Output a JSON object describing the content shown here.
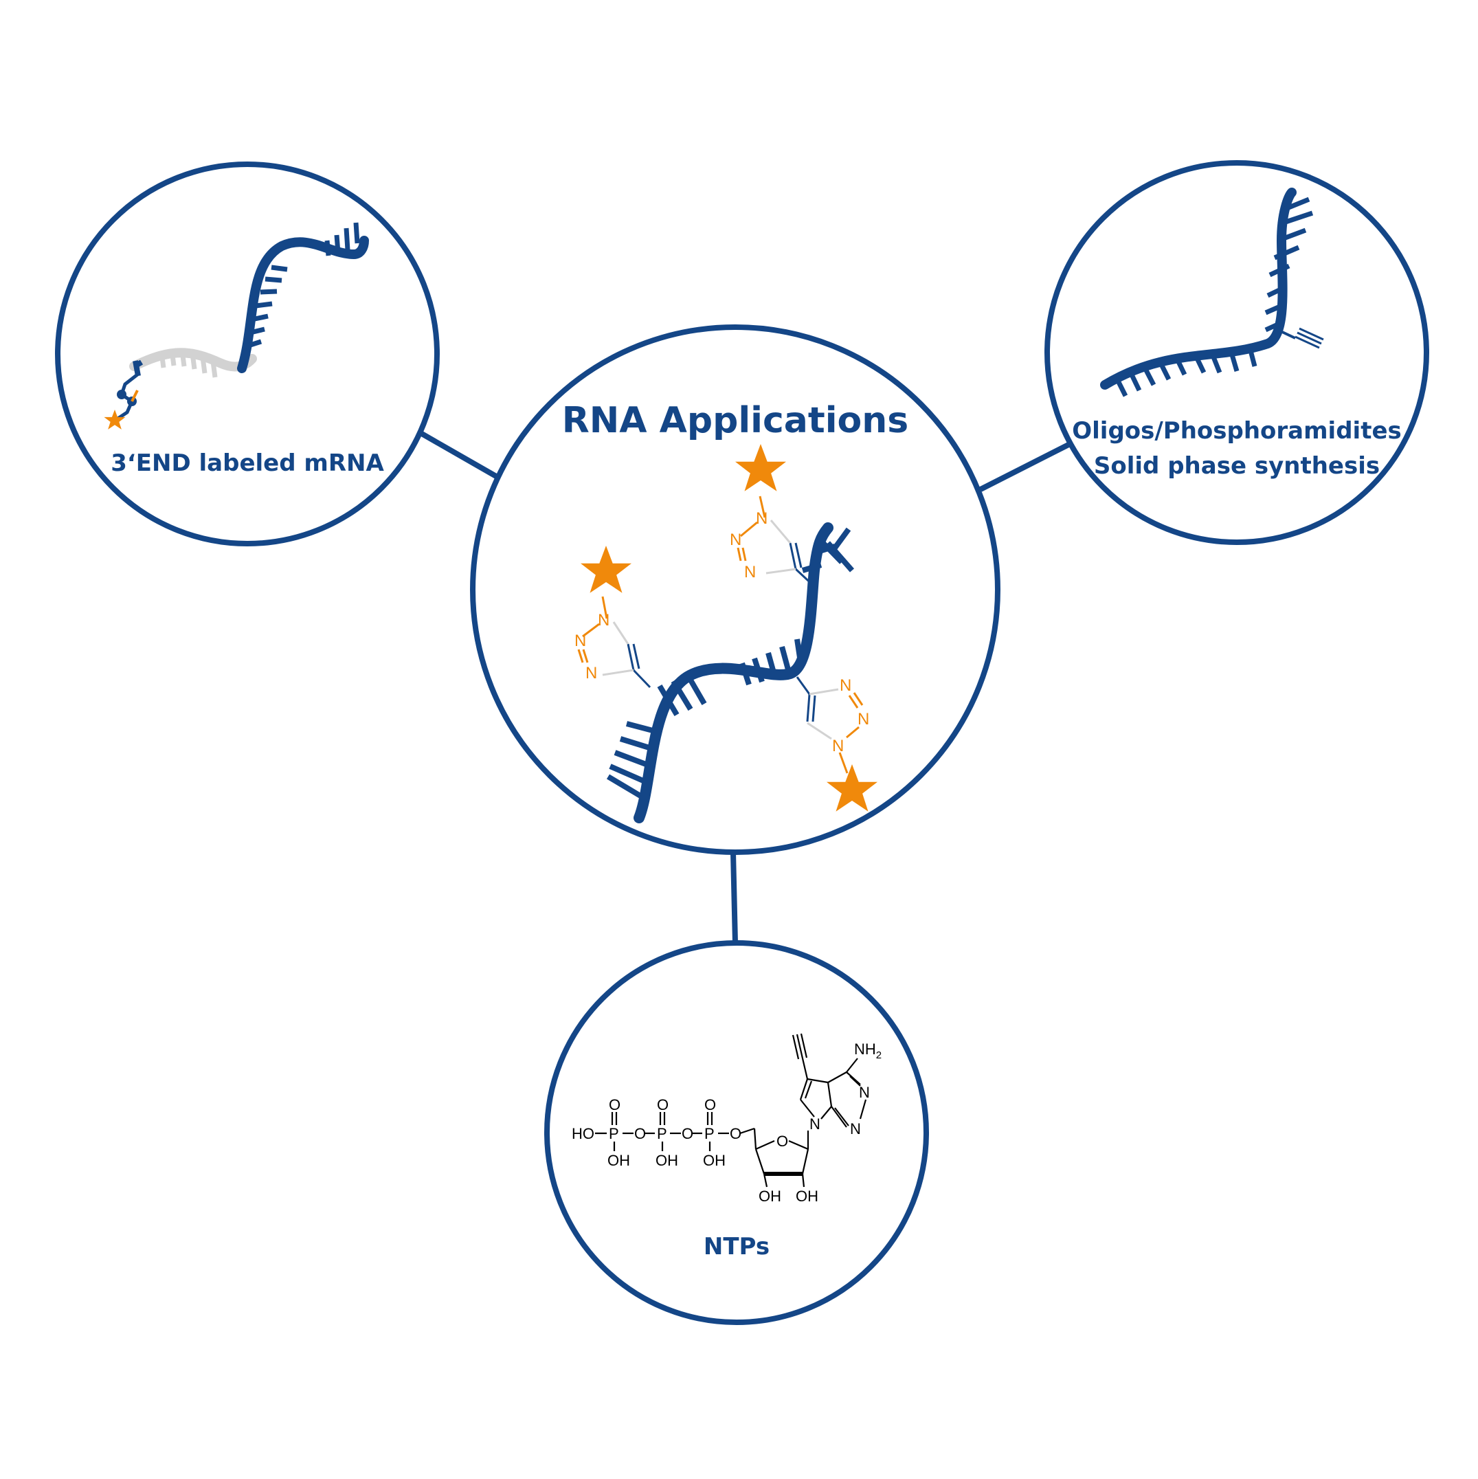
{
  "colors": {
    "primary": "#144687",
    "accent": "#F0890B",
    "muted": "#d2d2d2",
    "chem": "#000000"
  },
  "center": {
    "title": "RNA Applications",
    "triazole_atoms": [
      "N",
      "N",
      "N"
    ]
  },
  "nodes": {
    "left": {
      "label": "3‘END labeled mRNA"
    },
    "right": {
      "line1": "Oligos/Phosphoramidites",
      "line2": "Solid phase synthesis"
    },
    "bottom": {
      "label": "NTPs"
    }
  },
  "ntp_structure": {
    "ho": "HO",
    "o": "O",
    "p": "P",
    "oh": "OH",
    "n": "N",
    "nh2_main": "NH",
    "nh2_sub": "2"
  }
}
